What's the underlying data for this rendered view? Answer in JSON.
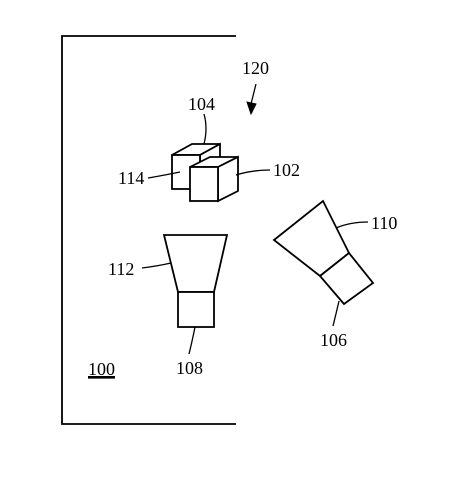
{
  "figure": {
    "labels": {
      "system": "100",
      "box_front": "102",
      "box_back": "104",
      "sensor_right": "106",
      "sensor_bottom": "108",
      "cone_right": "110",
      "cone_left": "112",
      "box_left": "114",
      "arrow": "120"
    }
  }
}
